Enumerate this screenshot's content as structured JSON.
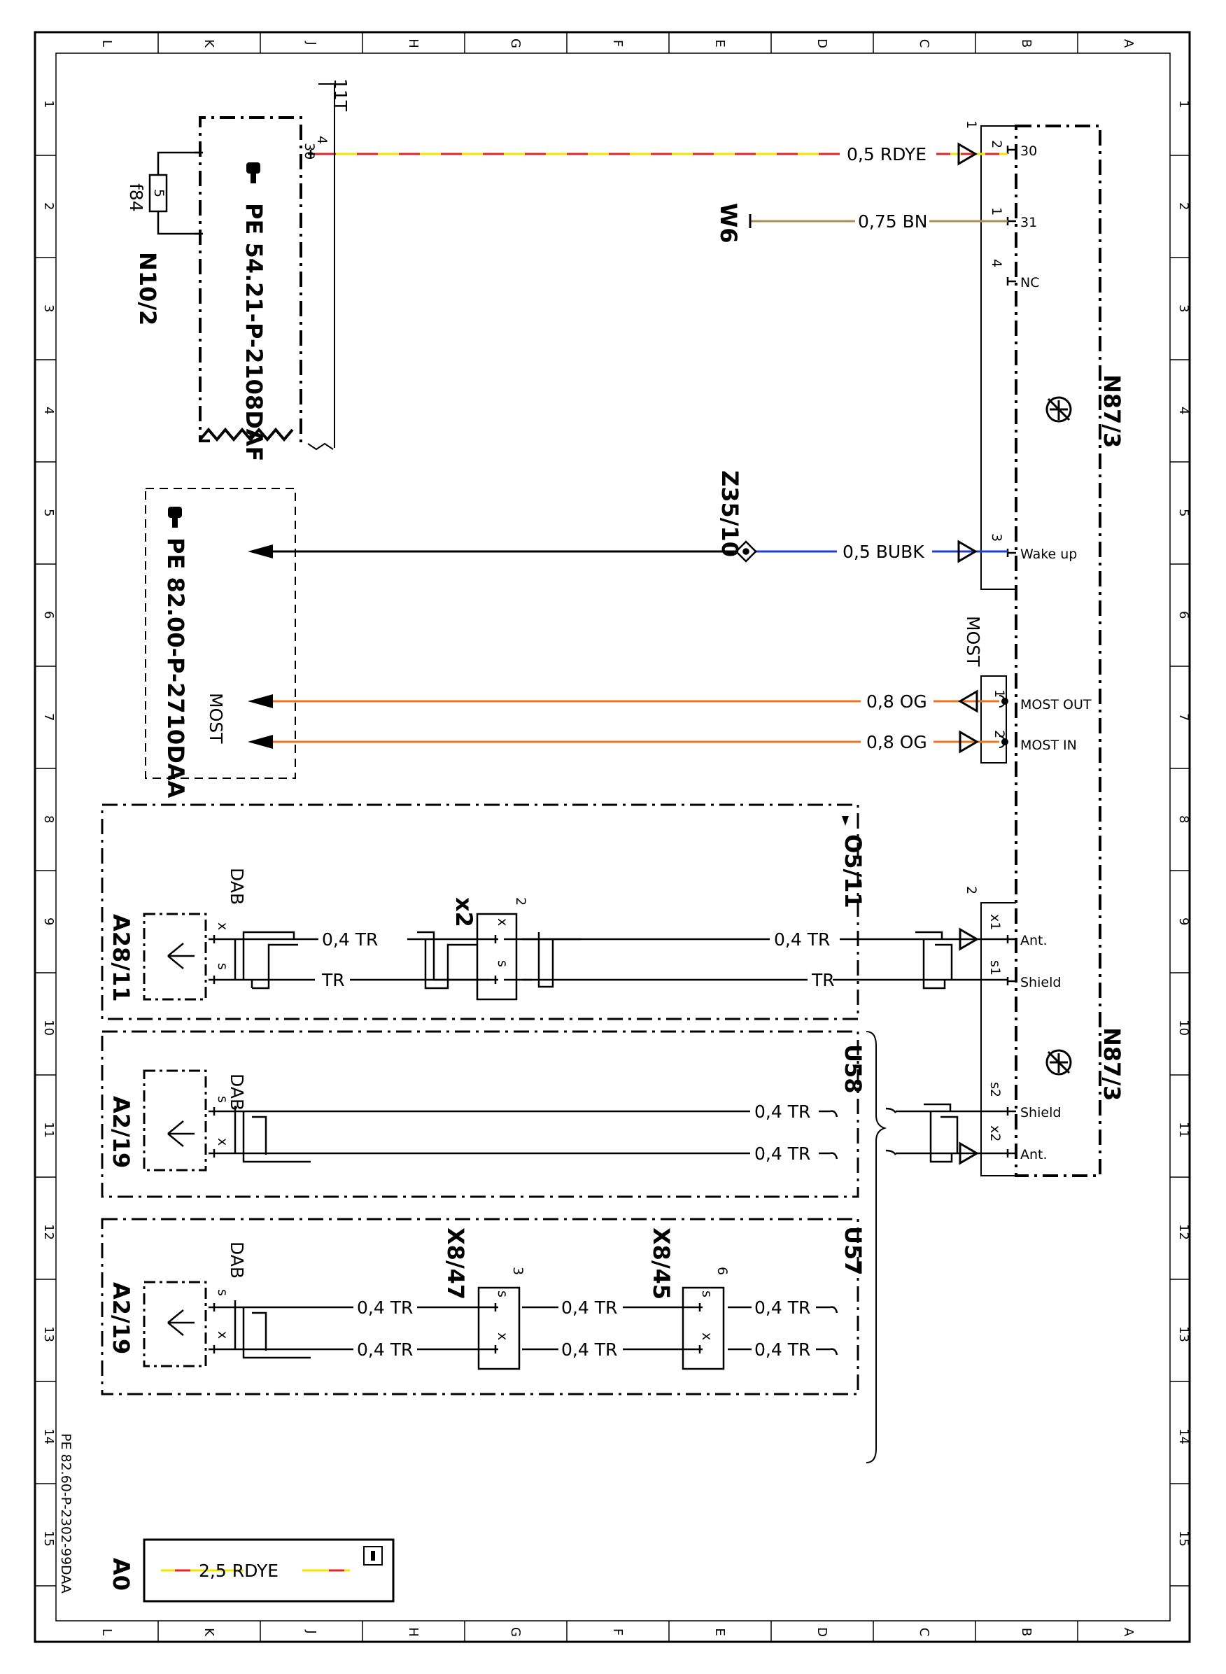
{
  "grid": {
    "columns": [
      "L",
      "K",
      "J",
      "H",
      "G",
      "F",
      "E",
      "D",
      "C",
      "B",
      "A"
    ],
    "rows": [
      "1",
      "2",
      "3",
      "4",
      "5",
      "6",
      "7",
      "8",
      "9",
      "10",
      "11",
      "12",
      "13",
      "14",
      "15"
    ]
  },
  "components": {
    "n87_3_top": "N87/3",
    "n87_3_bottom": "N87/3",
    "n10_2": "N10/2",
    "f84": "f84",
    "fuse_value": "5",
    "w6": "W6",
    "z35_10": "Z35/10",
    "a28_11": "A28/11",
    "a2_19_mid": "A2/19",
    "a2_19_low": "A2/19",
    "x2": "x2",
    "x8_47": "X8/47",
    "x8_45": "X8/45",
    "u58": "U58",
    "u57": "U57",
    "a0": "A0",
    "o5_11": "O5/11"
  },
  "references": {
    "pe_54": "PE 54.21-P-2108DAF",
    "pe_82_link": "PE 82.00-P-2710DAA",
    "doc_id": "PE 82.60-P-2302-99DAA",
    "label_11t": "11T",
    "most_side": "MOST",
    "most_box": "MOST"
  },
  "pins": {
    "n87_30": "30",
    "n87_31": "31",
    "n87_nc": "NC",
    "n87_wake": "Wake up",
    "n87_most_out": "MOST OUT",
    "n87_most_in": "MOST IN",
    "n87_ant": "Ant.",
    "n87_shield": "Shield",
    "n87_shield2": "Shield",
    "n87_ant2": "Ant.",
    "num_1": "1",
    "num_2": "2",
    "num_1b": "1",
    "num_4": "4",
    "num_3": "3",
    "num_most_1": "1",
    "num_most_2": "2",
    "num_2b": "2",
    "x1": "x1",
    "s1": "s1",
    "s2": "s2",
    "x2pin": "x2",
    "n10_30": "30",
    "n10_4": "4",
    "x2_num": "2",
    "x2_x": "x",
    "x2_s": "s",
    "x847_num": "3",
    "x847_s": "s",
    "x847_x": "x",
    "x845_num": "6",
    "x845_s": "s",
    "x845_x": "x",
    "a2811_x": "x",
    "a2811_s": "s",
    "a219m_s": "s",
    "a219m_x": "x",
    "a219l_s": "s",
    "a219l_x": "x",
    "dab_1": "DAB",
    "dab_2": "DAB",
    "dab_3": "DAB"
  },
  "wires": {
    "w_30": "0,5 RDYE",
    "w_31": "0,75 BN",
    "w_wake": "0,5 BUBK",
    "w_most_out": "0,8 OG",
    "w_most_in": "0,8 OG",
    "w_ant1": "0,4 TR",
    "w_ant1_left": "0,4 TR",
    "w_shield1": "TR",
    "w_shield1_left": "TR",
    "w_u58_1": "0,4 TR",
    "w_u58_2": "0,4 TR",
    "w_u57_a1": "0,4 TR",
    "w_u57_a2": "0,4 TR",
    "w_u57_a3": "0,4 TR",
    "w_u57_b1": "0,4 TR",
    "w_u57_b2": "0,4 TR",
    "w_u57_b3": "0,4 TR",
    "legend": "2,5 RDYE"
  },
  "colors": {
    "red": "#e0262b",
    "yellow": "#f2e600",
    "brown": "#b08c5a",
    "blue": "#1e3fc8",
    "orange": "#e87722",
    "black": "#000000"
  },
  "icons": [
    "pointing-hand-icon",
    "transistor-symbol-icon",
    "antenna-icon",
    "info-icon"
  ]
}
